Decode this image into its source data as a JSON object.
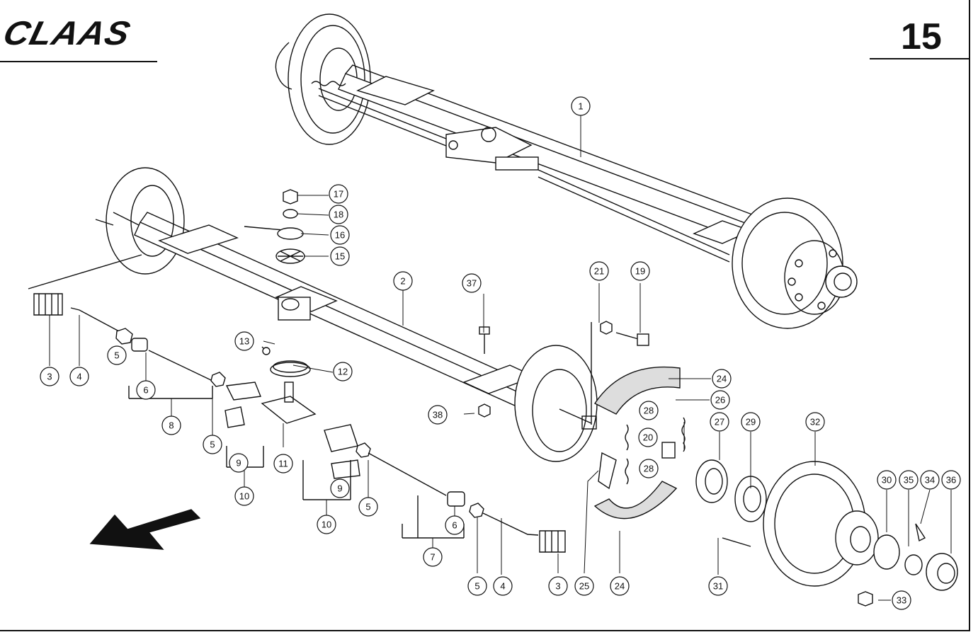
{
  "brand": "CLAAS",
  "page_number": "15",
  "callouts": [
    {
      "id": "c1",
      "label": "1"
    },
    {
      "id": "c2",
      "label": "2"
    },
    {
      "id": "c3a",
      "label": "3"
    },
    {
      "id": "c3b",
      "label": "3"
    },
    {
      "id": "c4a",
      "label": "4"
    },
    {
      "id": "c4b",
      "label": "4"
    },
    {
      "id": "c5a",
      "label": "5"
    },
    {
      "id": "c5b",
      "label": "5"
    },
    {
      "id": "c5c",
      "label": "5"
    },
    {
      "id": "c5d",
      "label": "5"
    },
    {
      "id": "c6a",
      "label": "6"
    },
    {
      "id": "c6b",
      "label": "6"
    },
    {
      "id": "c7",
      "label": "7"
    },
    {
      "id": "c8",
      "label": "8"
    },
    {
      "id": "c9a",
      "label": "9"
    },
    {
      "id": "c9b",
      "label": "9"
    },
    {
      "id": "c10a",
      "label": "10"
    },
    {
      "id": "c10b",
      "label": "10"
    },
    {
      "id": "c11",
      "label": "11"
    },
    {
      "id": "c12",
      "label": "12"
    },
    {
      "id": "c13",
      "label": "13"
    },
    {
      "id": "c15",
      "label": "15"
    },
    {
      "id": "c16",
      "label": "16"
    },
    {
      "id": "c17",
      "label": "17"
    },
    {
      "id": "c18",
      "label": "18"
    },
    {
      "id": "c19",
      "label": "19"
    },
    {
      "id": "c20",
      "label": "20"
    },
    {
      "id": "c21",
      "label": "21"
    },
    {
      "id": "c24a",
      "label": "24"
    },
    {
      "id": "c24b",
      "label": "24"
    },
    {
      "id": "c25",
      "label": "25"
    },
    {
      "id": "c26",
      "label": "26"
    },
    {
      "id": "c27",
      "label": "27"
    },
    {
      "id": "c28a",
      "label": "28"
    },
    {
      "id": "c28b",
      "label": "28"
    },
    {
      "id": "c29",
      "label": "29"
    },
    {
      "id": "c30",
      "label": "30"
    },
    {
      "id": "c31",
      "label": "31"
    },
    {
      "id": "c32",
      "label": "32"
    },
    {
      "id": "c33",
      "label": "33"
    },
    {
      "id": "c34",
      "label": "34"
    },
    {
      "id": "c35",
      "label": "35"
    },
    {
      "id": "c36",
      "label": "36"
    },
    {
      "id": "c37",
      "label": "37"
    },
    {
      "id": "c38",
      "label": "38"
    }
  ]
}
